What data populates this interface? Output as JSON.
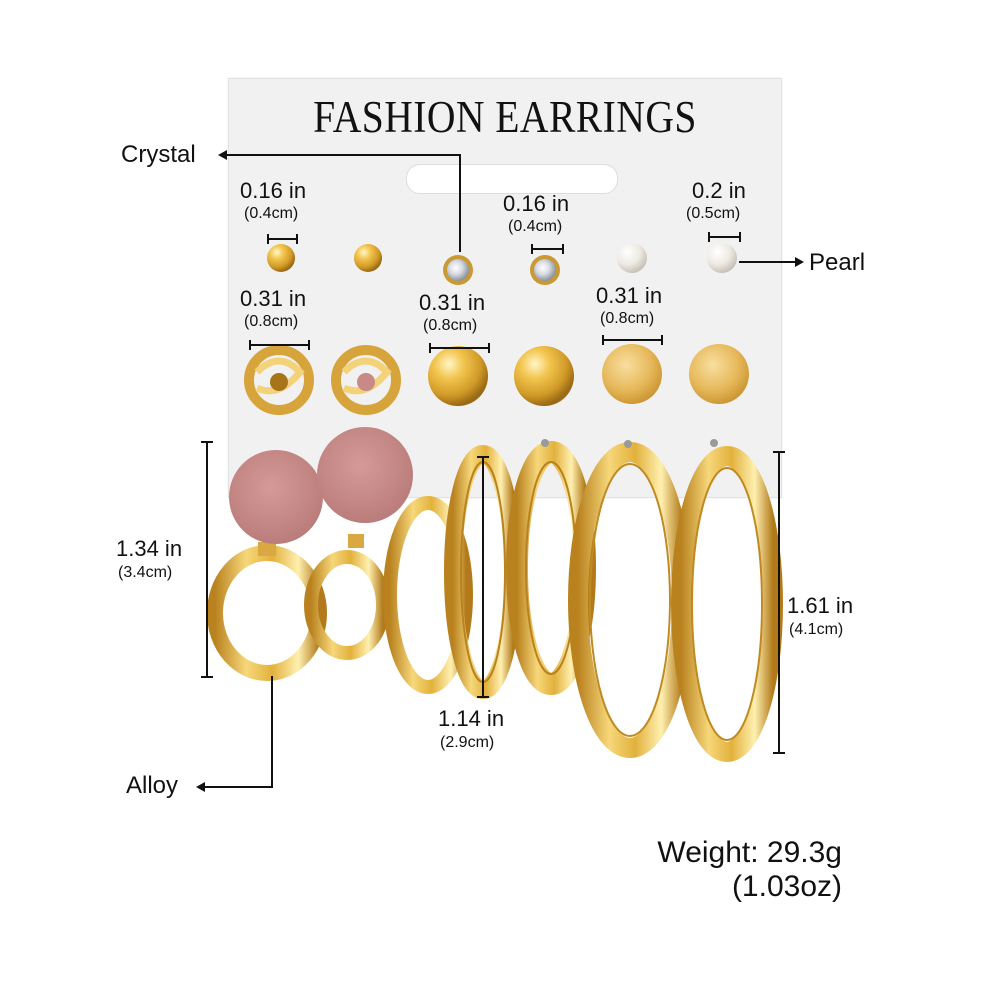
{
  "card": {
    "title": "FASHION EARRINGS"
  },
  "materials": {
    "crystal": "Crystal",
    "pearl": "Pearl",
    "alloy": "Alloy"
  },
  "dimensions": {
    "stud_small_left": {
      "inches": "0.16 in",
      "cm": "(0.4cm)"
    },
    "stud_small_mid": {
      "inches": "0.16 in",
      "cm": "(0.4cm)"
    },
    "pearl_stud": {
      "inches": "0.2 in",
      "cm": "(0.5cm)"
    },
    "knot_stud": {
      "inches": "0.31 in",
      "cm": "(0.8cm)"
    },
    "ball_stud": {
      "inches": "0.31 in",
      "cm": "(0.8cm)"
    },
    "frosted_stud": {
      "inches": "0.31 in",
      "cm": "(0.8cm)"
    },
    "pink_drop": {
      "inches": "1.34 in",
      "cm": "(3.4cm)"
    },
    "small_hoop": {
      "inches": "1.14 in",
      "cm": "(2.9cm)"
    },
    "large_hoop": {
      "inches": "1.61 in",
      "cm": "(4.1cm)"
    }
  },
  "weight": {
    "line1": "Weight: 29.3g",
    "line2": "(1.03oz)"
  },
  "colors": {
    "gold": "#e2b13c",
    "gold_dark": "#b9821f",
    "pink": "#c68a88",
    "card": "#f1f1f1",
    "pearl": "#f4f2ee"
  }
}
